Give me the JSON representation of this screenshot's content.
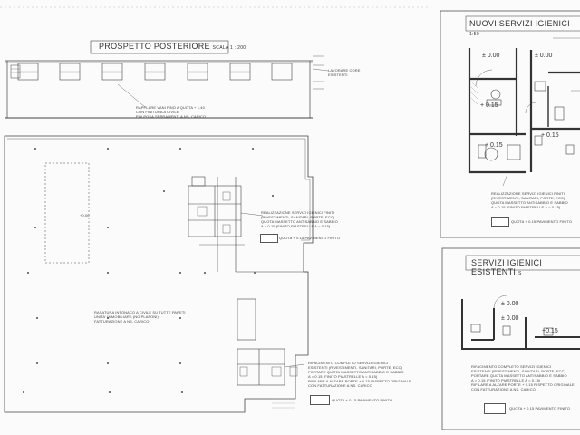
{
  "prospetto": {
    "title": "PROSPETTO POSTERIORE",
    "scale": "SCALA 1 : 200",
    "note_rasatura": "RAPPLARE VANI FINO A QUOTA + 1.40\nCON FINITURA A CIVILE\nPOI POSA SERRAMENTI A NS. CARICO",
    "note_lavorare": "LAVORARE CORE\nESISTENTI"
  },
  "plan": {
    "note_realizzazione": "REALIZZAZIONE SERVIZI IGIENICI FINITI\n(RIVESTIMENTI, SANITARI, PORTE, ECC)\nQUOTA MASSETTO ANTISABBIO E SABBIO\nA = 0.15 (FINITO PIASTRELLE A = 0.15)",
    "legend_quota": "QUOTA + 0.15 PAVIMENTO FINITO",
    "note_rasatura": "RASATURA INTONACO A CIVILE SU TUTTE PARETI\nUNITA' IMMOBILIARE (NO PLAFONI)\nFATTURAZIONE A NS. CARICO",
    "note_rifacimento": "RIFACIMENTO COMPLETO SERVIZI IGIENICI\nESISTENTI (RIVESTIMENTI, SANITARI, PORTE, ECC)\nPORTARE QUOTA MASSETTO ANTISABBIO E SABBIO\nA = 0.15 (FINITO PIASTRELLE A = 0.15)\nRIFILARE A ALZARE PORTE + 0.15 RISPETTO ORIGINALE\nCON FATTURAZIONE A NS. CARICO",
    "legend_quota_2": "QUOTA + 0.15 PAVIMENTO FINITO",
    "level_mark": "+0.00"
  },
  "nuovi_servizi": {
    "title": "NUOVI SERVIZI IGIENICI",
    "scale": "1:50",
    "level_000_a": "± 0.00",
    "level_000_b": "± 0.00",
    "level_015_a": "+ 0.15",
    "level_015_b": "+ 0.15",
    "level_015_c": "+ 0.15",
    "note": "REALIZZAZIONE SERVIZI IGIENICI FINITI\n(RIVESTIMENTI, SANITARI, PORTE, ECC)\nQUOTA MASSETTO ANTISABBIO E SABBIO\nA = 0.15 (FINITO PIASTRELLE A = 0.15)",
    "legend": "QUOTA + 0.15 PAVIMENTO FINITO"
  },
  "servizi_esistenti": {
    "title": "SERVIZI IGIENICI ESISTENTI",
    "scale": "S",
    "level_000_a": "± 0.00",
    "level_000_b": "± 0.00",
    "level_015": "+0.15",
    "note": "RIFACIMENTO COMPLETO SERVIZI IGIENICI\nESISTENTI (RIVESTIMENTI, SANITARI, PORTE, ECC)\nPORTARE QUOTA MASSETTO ANTISABBIO E SABBIO\nA = 0.15 (FINITO PIASTRELLE A = 0.15)\nRIFILARE A ALZARE PORTE + 0.15 RISPETTO ORIGINALE\nCON FATTURAZIONE A NS. CARICO",
    "legend": "QUOTA + 0.15 PAVIMENTO FINITO"
  }
}
